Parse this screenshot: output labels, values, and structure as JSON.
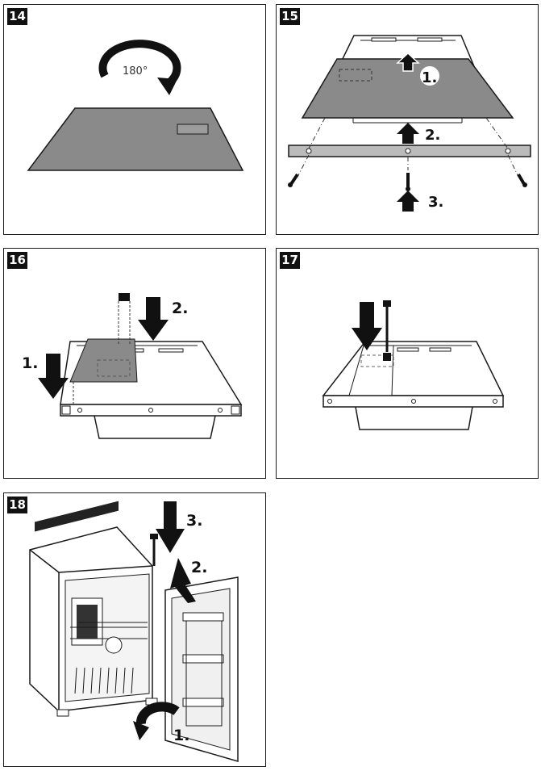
{
  "steps": [
    {
      "number": "14",
      "angle_label": "180°"
    },
    {
      "number": "15",
      "labels": [
        "1.",
        "2.",
        "3."
      ]
    },
    {
      "number": "16",
      "labels": [
        "1.",
        "2."
      ]
    },
    {
      "number": "17"
    },
    {
      "number": "18",
      "labels": [
        "1.",
        "2.",
        "3."
      ]
    }
  ],
  "colors": {
    "panel_gray": "#8a8a8a",
    "arrow": "#111111",
    "line": "#1a1a1a"
  }
}
